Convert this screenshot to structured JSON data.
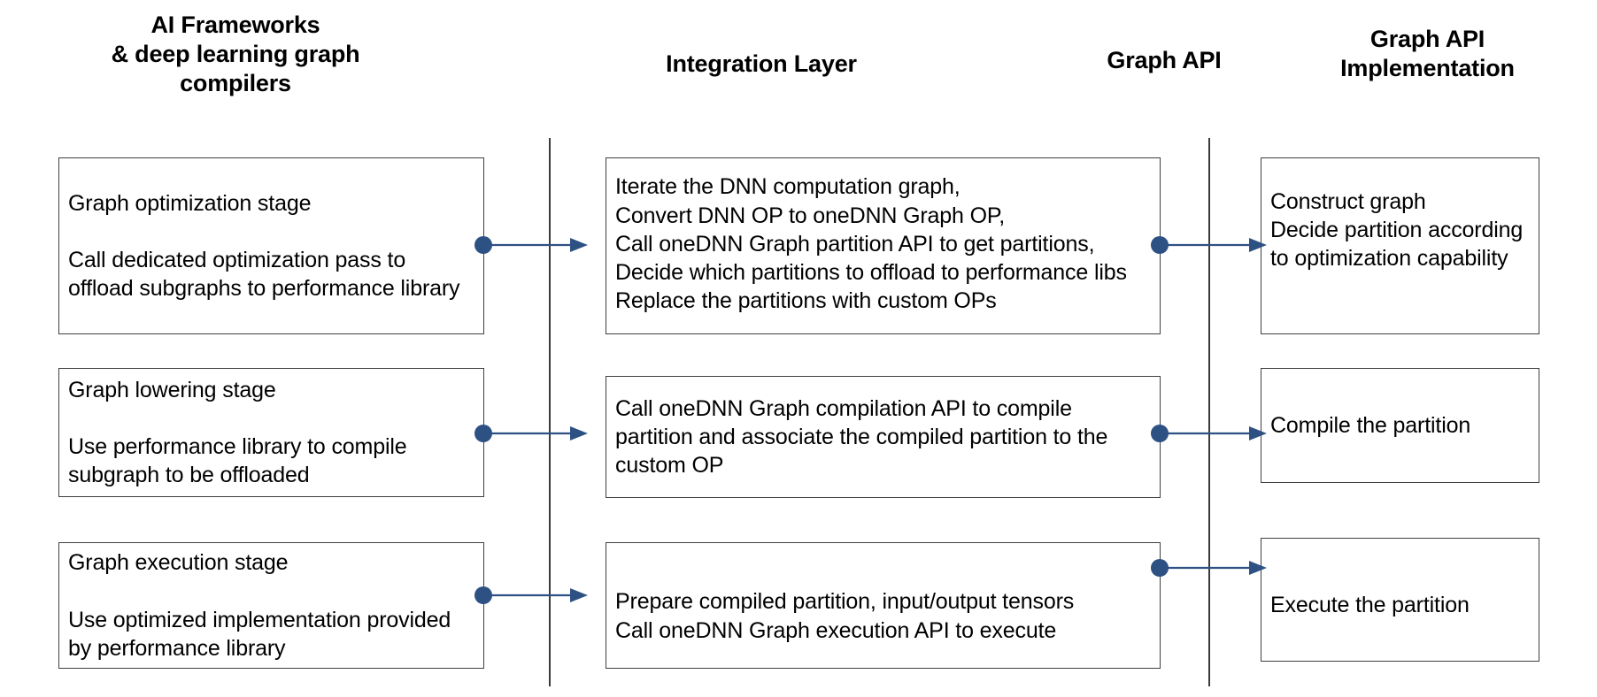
{
  "diagram": {
    "title_columns": {
      "frameworks": "AI Frameworks\n& deep learning graph\ncompilers",
      "integration": "Integration Layer",
      "graph_api": "Graph API",
      "graph_api_impl": "Graph API\nImplementation"
    },
    "colors": {
      "arrow": "#2E5183",
      "box_border": "#3f3f3f",
      "divider": "#3a3a3a",
      "background": "#ffffff",
      "text": "#000000"
    },
    "rows": [
      {
        "name": "graph-optimization",
        "left_box": "Graph optimization stage\n\nCall dedicated optimization pass to\noffload subgraphs to performance library",
        "middle_box": "Iterate the DNN computation graph,\nConvert DNN OP to oneDNN Graph OP,\nCall oneDNN Graph partition API to get partitions,\nDecide which partitions to offload to performance libs\nReplace the partitions with custom OPs",
        "right_box": "Construct graph\nDecide partition according\nto optimization capability"
      },
      {
        "name": "graph-lowering",
        "left_box": "Graph lowering stage\n\nUse performance library to compile\nsubgraph to be offloaded",
        "middle_box": "Call oneDNN Graph compilation API to compile\npartition and associate the compiled partition to the\ncustom OP",
        "right_box": "Compile the partition"
      },
      {
        "name": "graph-execution",
        "left_box": "Graph execution stage\n\nUse optimized implementation provided\nby performance library",
        "middle_box": "Prepare compiled partition, input/output tensors\nCall oneDNN Graph execution API to execute",
        "right_box": "Execute the partition"
      }
    ],
    "connectors": [
      {
        "name": "left-to-middle-row1",
        "from": "graph-optimization-left",
        "to": "graph-optimization-middle"
      },
      {
        "name": "left-to-middle-row2",
        "from": "graph-lowering-left",
        "to": "graph-lowering-middle"
      },
      {
        "name": "left-to-middle-row3",
        "from": "graph-execution-left",
        "to": "graph-execution-middle"
      },
      {
        "name": "middle-to-right-row1",
        "from": "graph-optimization-middle",
        "to": "graph-optimization-right"
      },
      {
        "name": "middle-to-right-row2",
        "from": "graph-lowering-middle",
        "to": "graph-lowering-right"
      },
      {
        "name": "middle-to-right-row3",
        "from": "graph-execution-middle",
        "to": "graph-execution-right"
      }
    ]
  }
}
